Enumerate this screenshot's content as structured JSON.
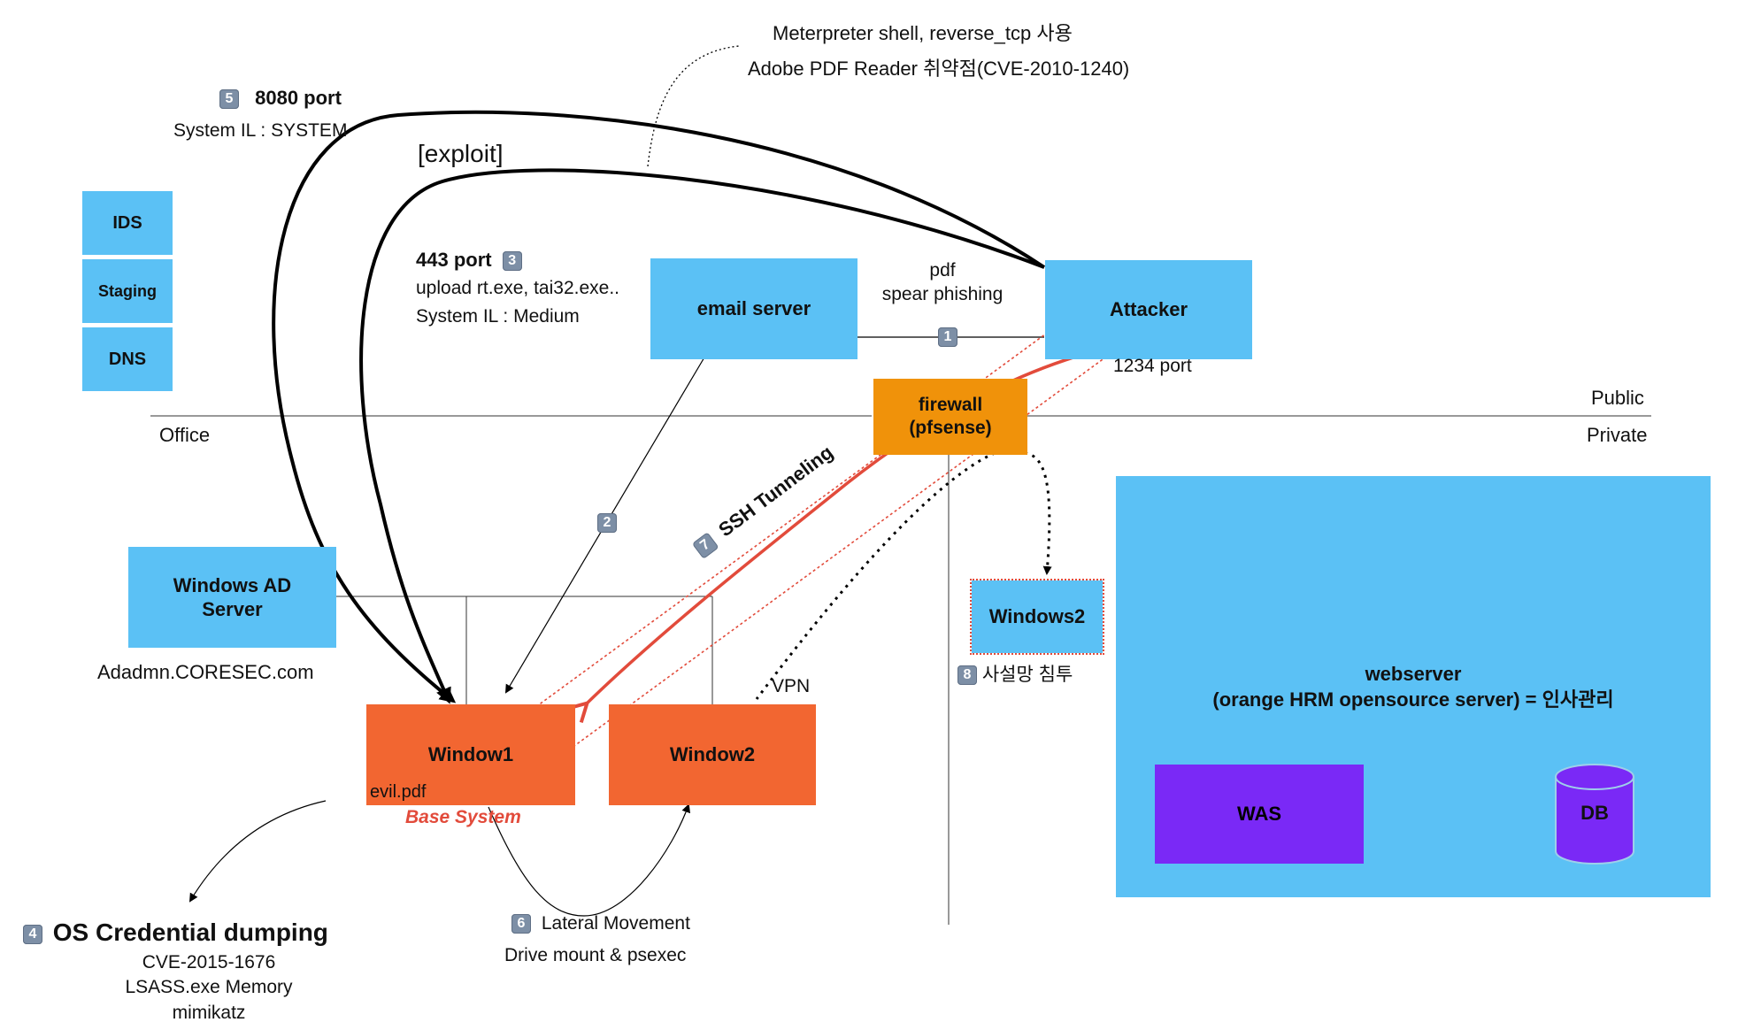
{
  "nodes": {
    "ids": "IDS",
    "staging": "Staging",
    "dns": "DNS",
    "email_server": "email server",
    "attacker": "Attacker",
    "firewall_l1": "firewall",
    "firewall_l2": "(pfsense)",
    "windows_ad_l1": "Windows AD",
    "windows_ad_l2": "Server",
    "window1": "Window1",
    "window2": "Window2",
    "windows2_private": "Windows2",
    "webserver_l1": "webserver",
    "webserver_l2": "(orange HRM opensource server) = 인사관리",
    "was": "WAS",
    "db": "DB"
  },
  "zones": {
    "office": "Office",
    "public": "Public",
    "private": "Private"
  },
  "labels": {
    "meterpreter": "Meterpreter shell, reverse_tcp  사용",
    "adobe": "Adobe PDF Reader 취약점(CVE-2010-1240)",
    "exploit": "[exploit]",
    "port8080": "8080 port",
    "system_il_system": "System IL : SYSTEM",
    "port443": "443 port",
    "upload": "upload rt.exe, tai32.exe..",
    "system_il_medium": "System IL : Medium",
    "pdf": "pdf",
    "spear_phishing": "spear phishing",
    "port1234": "1234 port",
    "ssh_tunneling": "SSH Tunneling",
    "vpn": "VPN",
    "private_intrusion": "사설망 침투",
    "ad_domain": "Adadmn.CORESEC.com",
    "evil_pdf": "evil.pdf",
    "base_system": "Base System",
    "os_cred": "OS Credential dumping",
    "cve2015": "CVE-2015-1676",
    "lsass": "LSASS.exe Memory",
    "mimikatz": "mimikatz",
    "lateral": "Lateral Movement",
    "drive_mount": "Drive mount & psexec"
  },
  "steps": {
    "s1": "1",
    "s2": "2",
    "s3": "3",
    "s4": "4",
    "s5": "5",
    "s6": "6",
    "s7": "7",
    "s8": "8"
  },
  "colors": {
    "blue": "#5bc1f5",
    "orange": "#f26631",
    "firewall": "#f0920a",
    "purple": "#7a29f6",
    "red_accent": "#e24b3b",
    "badge": "#7d8fa6"
  }
}
